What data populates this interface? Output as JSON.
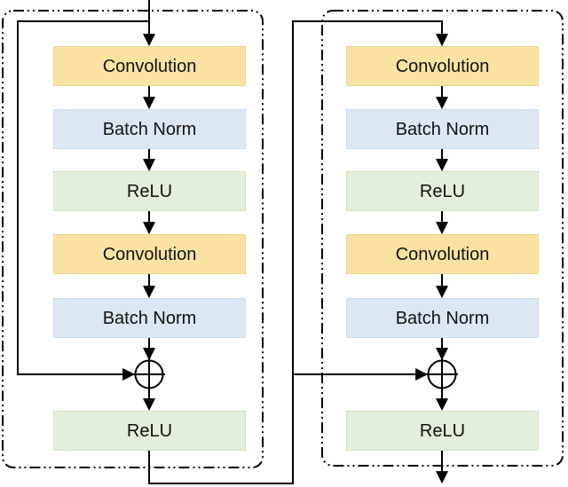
{
  "figure": {
    "type": "diagram",
    "description": "Two residual (ResNet) basic blocks in sequence, each with Convolution, Batch Norm, ReLU, Convolution, Batch Norm, element-wise addition with skip connection, and final ReLU",
    "blocks": [
      {
        "id": "residual-block-1",
        "layers": [
          {
            "type": "convolution",
            "label": "Convolution"
          },
          {
            "type": "batch-norm",
            "label": "Batch Norm"
          },
          {
            "type": "relu",
            "label": "ReLU"
          },
          {
            "type": "convolution",
            "label": "Convolution"
          },
          {
            "type": "batch-norm",
            "label": "Batch Norm"
          },
          {
            "type": "add",
            "label": "⊕"
          },
          {
            "type": "relu",
            "label": "ReLU"
          }
        ]
      },
      {
        "id": "residual-block-2",
        "layers": [
          {
            "type": "convolution",
            "label": "Convolution"
          },
          {
            "type": "batch-norm",
            "label": "Batch Norm"
          },
          {
            "type": "relu",
            "label": "ReLU"
          },
          {
            "type": "convolution",
            "label": "Convolution"
          },
          {
            "type": "batch-norm",
            "label": "Batch Norm"
          },
          {
            "type": "add",
            "label": "⊕"
          },
          {
            "type": "relu",
            "label": "ReLU"
          }
        ]
      }
    ],
    "colors": {
      "convolution_fill": "#FAE3A2",
      "batch_norm_fill": "#DBE8F4",
      "relu_fill": "#E3EFDB",
      "line": "#000000",
      "background": "#FFFFFF"
    }
  }
}
